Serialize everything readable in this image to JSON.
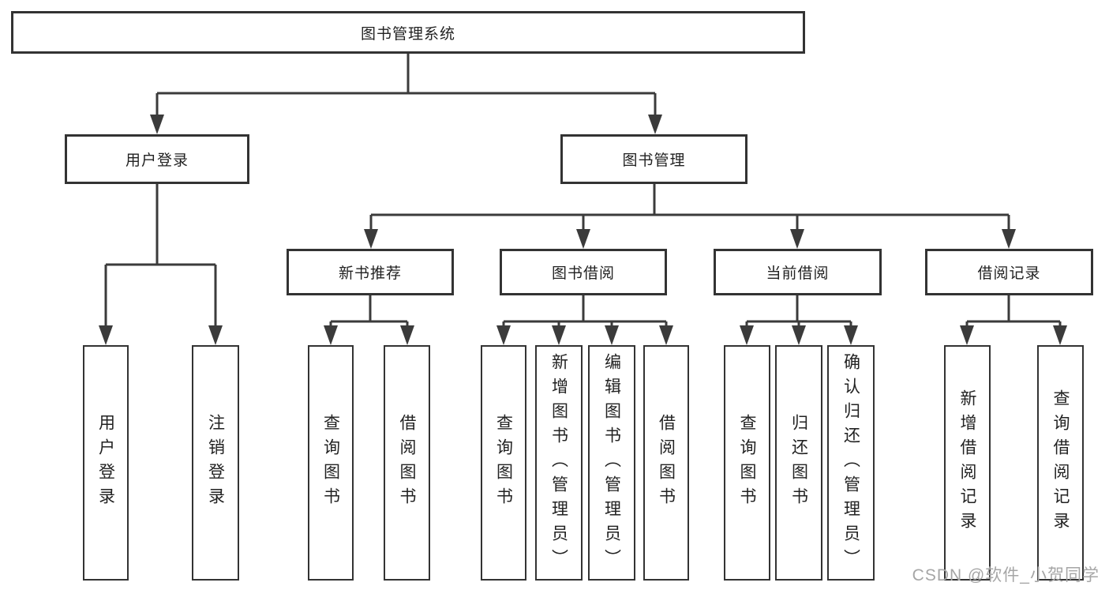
{
  "title": "图书管理系统",
  "watermark": "CSDN @软件_小贺同学",
  "colors": {
    "line": "#3b3b3b",
    "border": "#333333",
    "text": "#222222",
    "background": "#ffffff",
    "watermark": "#a6a6a6"
  },
  "tree": {
    "root": {
      "label": "图书管理系统"
    },
    "level2": [
      {
        "label": "用户登录"
      },
      {
        "label": "图书管理"
      }
    ],
    "level3": [
      {
        "label": "新书推荐"
      },
      {
        "label": "图书借阅"
      },
      {
        "label": "当前借阅"
      },
      {
        "label": "借阅记录"
      }
    ],
    "leaves": [
      {
        "label": "用户登录"
      },
      {
        "label": "注销登录"
      },
      {
        "label": "查询图书"
      },
      {
        "label": "借阅图书"
      },
      {
        "label": "查询图书"
      },
      {
        "label": "新增图书（管理员）"
      },
      {
        "label": "编辑图书（管理员）"
      },
      {
        "label": "借阅图书"
      },
      {
        "label": "查询图书"
      },
      {
        "label": "归还图书"
      },
      {
        "label": "确认归还（管理员）"
      },
      {
        "label": "新增借阅记录"
      },
      {
        "label": "查询借阅记录"
      }
    ]
  }
}
